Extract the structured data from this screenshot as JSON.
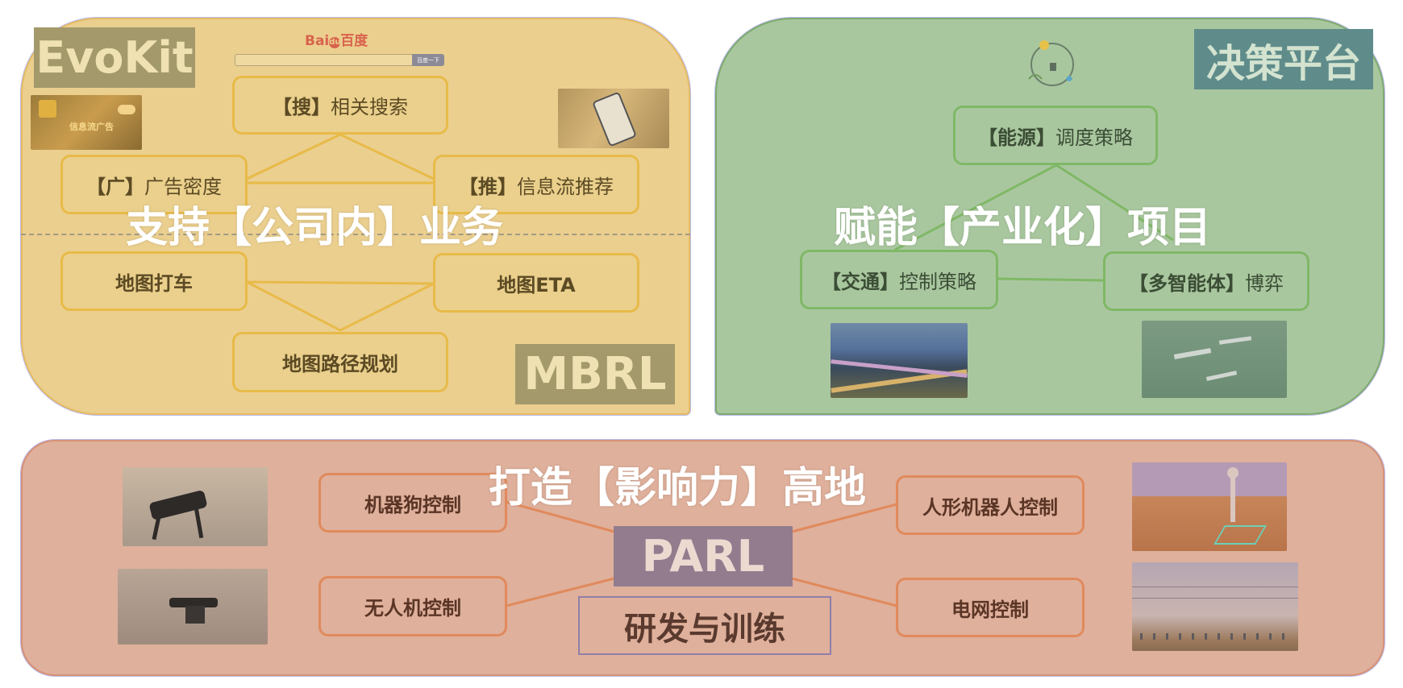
{
  "top_left": {
    "logo": "EvoKit",
    "brand": {
      "part1": "Bai",
      "part2": "du",
      "part3": "百度"
    },
    "search_button": "百度一下",
    "ad_thumb_text": "信息流广告",
    "nodes": {
      "search": {
        "bracket": "【搜】",
        "text": "相关搜索"
      },
      "ads": {
        "bracket": "【广】",
        "text": "广告密度"
      },
      "recommend": {
        "bracket": "【推】",
        "text": "信息流推荐"
      },
      "taxi": "地图打车",
      "eta": "地图ETA",
      "route": "地图路径规划"
    },
    "overlay": "支持【公司内】业务",
    "tag": "MBRL"
  },
  "top_right": {
    "tag": "决策平台",
    "nodes": {
      "energy": {
        "bracket": "【能源】",
        "text": "调度策略"
      },
      "traffic": {
        "bracket": "【交通】",
        "text": "控制策略"
      },
      "multi_agent": {
        "bracket": "【多智能体】",
        "text": "博弈"
      }
    },
    "overlay": "赋能【产业化】项目"
  },
  "bottom": {
    "overlay": "打造【影响力】高地",
    "center_tag": "PARL",
    "center_sub": "研发与训练",
    "nodes": {
      "robot_dog": "机器狗控制",
      "drone": "无人机控制",
      "humanoid": "人形机器人控制",
      "grid": "电网控制"
    }
  },
  "colors": {
    "yellow_panel": "#ebcf8f",
    "green_panel": "#a9c79f",
    "red_panel": "#dfb09b",
    "yellow_accent": "#e8ba48",
    "green_accent": "#7fb866",
    "red_accent": "#e08a5c",
    "tag_gray": "#a3996b",
    "tag_teal": "#5f8c8a",
    "tag_purple": "#927c8e"
  }
}
